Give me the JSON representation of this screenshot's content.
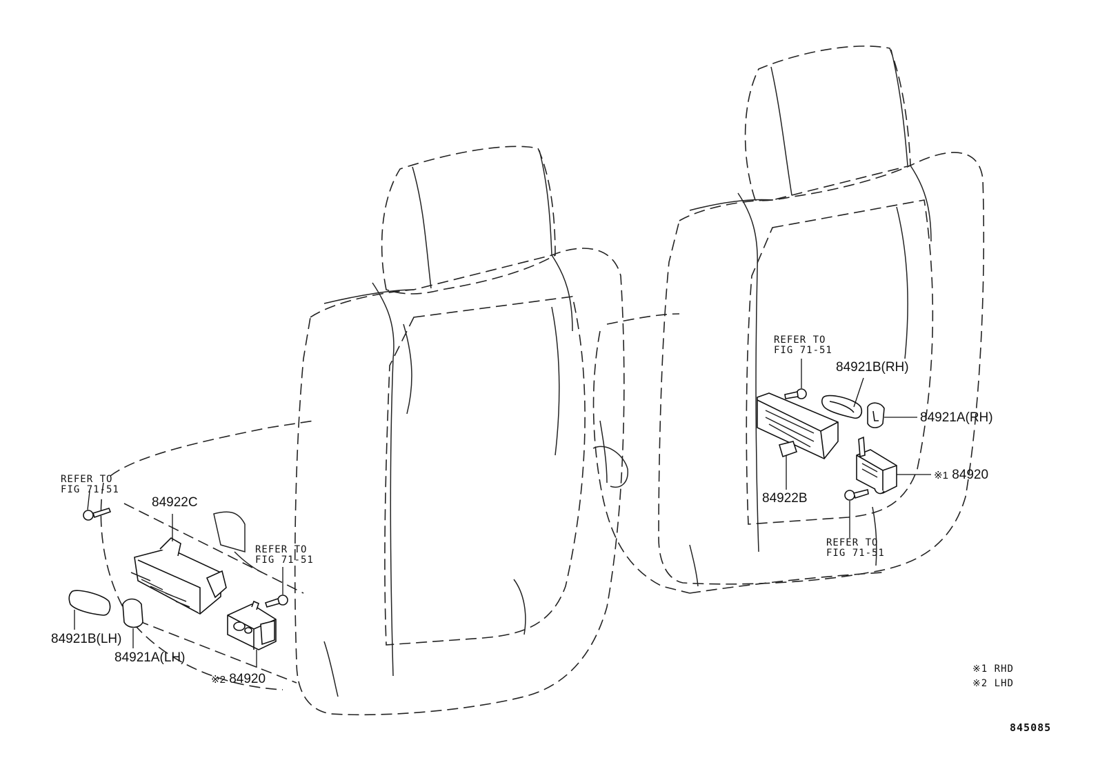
{
  "labels": {
    "left_84922C": "84922C",
    "left_84921B": "84921B(LH)",
    "left_84921A": "84921A(LH)",
    "left_84920": "84920",
    "right_84921B": "84921B(RH)",
    "right_84921A": "84921A(RH)",
    "right_84922B": "84922B",
    "right_84920": "84920",
    "mark_1": "※1",
    "mark_2": "※2"
  },
  "refs": {
    "line1": "REFER TO",
    "line2": "FIG 71-51"
  },
  "legend": {
    "item1": "※1 RHD",
    "item2": "※2 LHD"
  },
  "figure_number": "845085"
}
